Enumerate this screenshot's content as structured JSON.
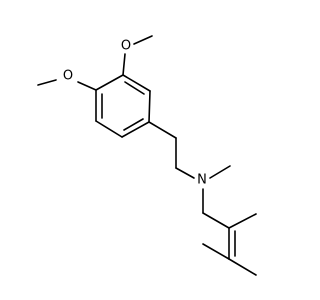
{
  "molecule": {
    "atoms": {
      "oxygen_top": "O",
      "oxygen_left": "O",
      "nitrogen": "N"
    }
  }
}
